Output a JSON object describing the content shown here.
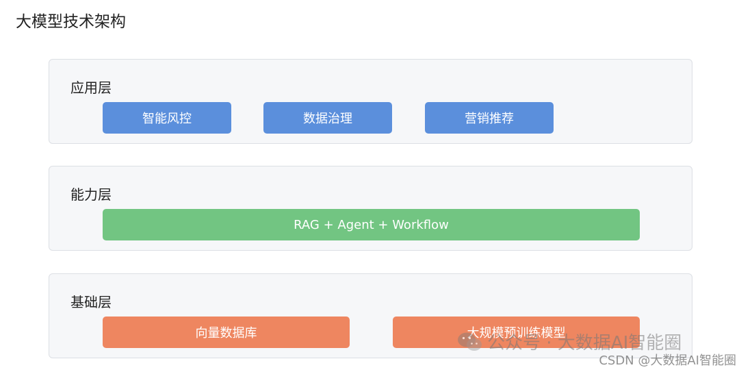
{
  "title": "大模型技术架构",
  "layers": [
    {
      "label": "应用层",
      "color": "#5b8fdc",
      "boxes": [
        "智能风控",
        "数据治理",
        "营销推荐"
      ]
    },
    {
      "label": "能力层",
      "color": "#72c582",
      "boxes": [
        "RAG + Agent + Workflow"
      ]
    },
    {
      "label": "基础层",
      "color": "#ee8660",
      "boxes": [
        "向量数据库",
        "大规模预训练模型"
      ]
    }
  ],
  "watermark": {
    "wechat_text": "公众号 · 大数据AI智能圈",
    "wechat_icon": "wechat-icon",
    "csdn_text": "CSDN @大数据AI智能圈"
  }
}
